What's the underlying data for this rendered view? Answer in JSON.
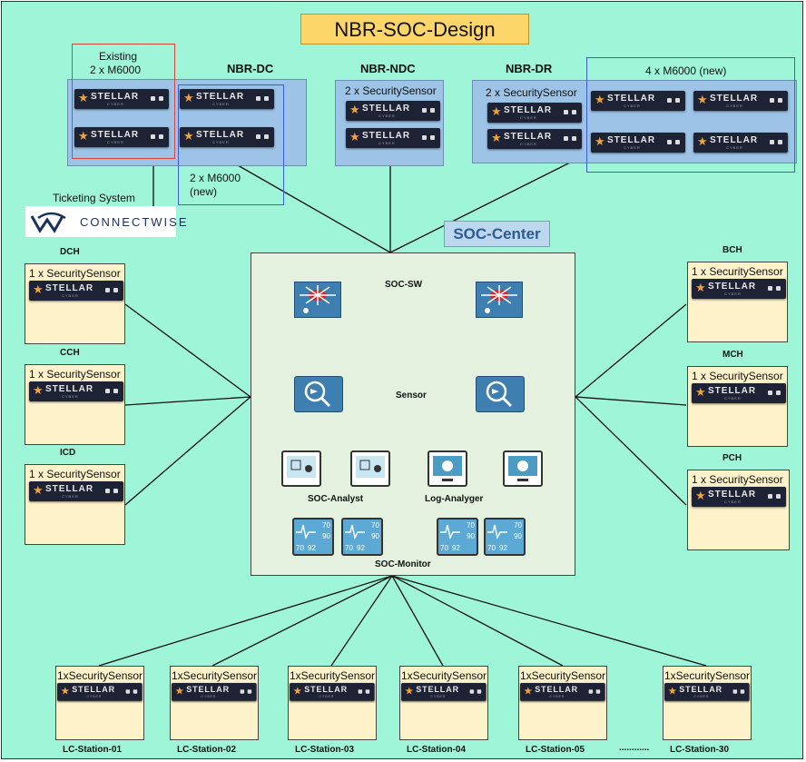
{
  "title": "NBR-SOC-Design",
  "nbr_dc": {
    "label": "NBR-DC",
    "existing": "Existing",
    "existing_count": "2 x M6000",
    "new_count": "2 x M6000",
    "new_tag": "(new)"
  },
  "nbr_ndc": {
    "label": "NBR-NDC",
    "sensor_count": "2 x SecuritySensor"
  },
  "nbr_dr": {
    "label": "NBR-DR",
    "sensor_count": "2 x SecuritySensor",
    "new_count": "4 x M6000 (new)"
  },
  "ticketing": {
    "label": "Ticketing System",
    "vendor": "CONNECTWISE"
  },
  "device_brand": "STELLAR",
  "device_sub": "CYBER",
  "soc": {
    "label": "SOC-Center",
    "sw": "SOC-SW",
    "sensor": "Sensor",
    "analyst": "SOC-Analyst",
    "log": "Log-Analyger",
    "monitor": "SOC-Monitor",
    "gauge_top": "70",
    "gauge_bottom": "90",
    "gauge_left": "70",
    "gauge_right": "92"
  },
  "left_sites": [
    {
      "name": "DCH",
      "sensor": "1 x SecuritySensor"
    },
    {
      "name": "CCH",
      "sensor": "1 x SecuritySensor"
    },
    {
      "name": "ICD",
      "sensor": "1 x SecuritySensor"
    }
  ],
  "right_sites": [
    {
      "name": "BCH",
      "sensor": "1 x SecuritySensor"
    },
    {
      "name": "MCH",
      "sensor": "1 x SecuritySensor"
    },
    {
      "name": "PCH",
      "sensor": "1 x SecuritySensor"
    }
  ],
  "stations": [
    {
      "name": "LC-Station-01",
      "sensor": "1xSecuritySensor"
    },
    {
      "name": "LC-Station-02",
      "sensor": "1xSecuritySensor"
    },
    {
      "name": "LC-Station-03",
      "sensor": "1xSecuritySensor"
    },
    {
      "name": "LC-Station-04",
      "sensor": "1xSecuritySensor"
    },
    {
      "name": "LC-Station-05",
      "sensor": "1xSecuritySensor"
    },
    {
      "name": "LC-Station-30",
      "sensor": "1xSecuritySensor"
    }
  ],
  "ellipsis": "............"
}
